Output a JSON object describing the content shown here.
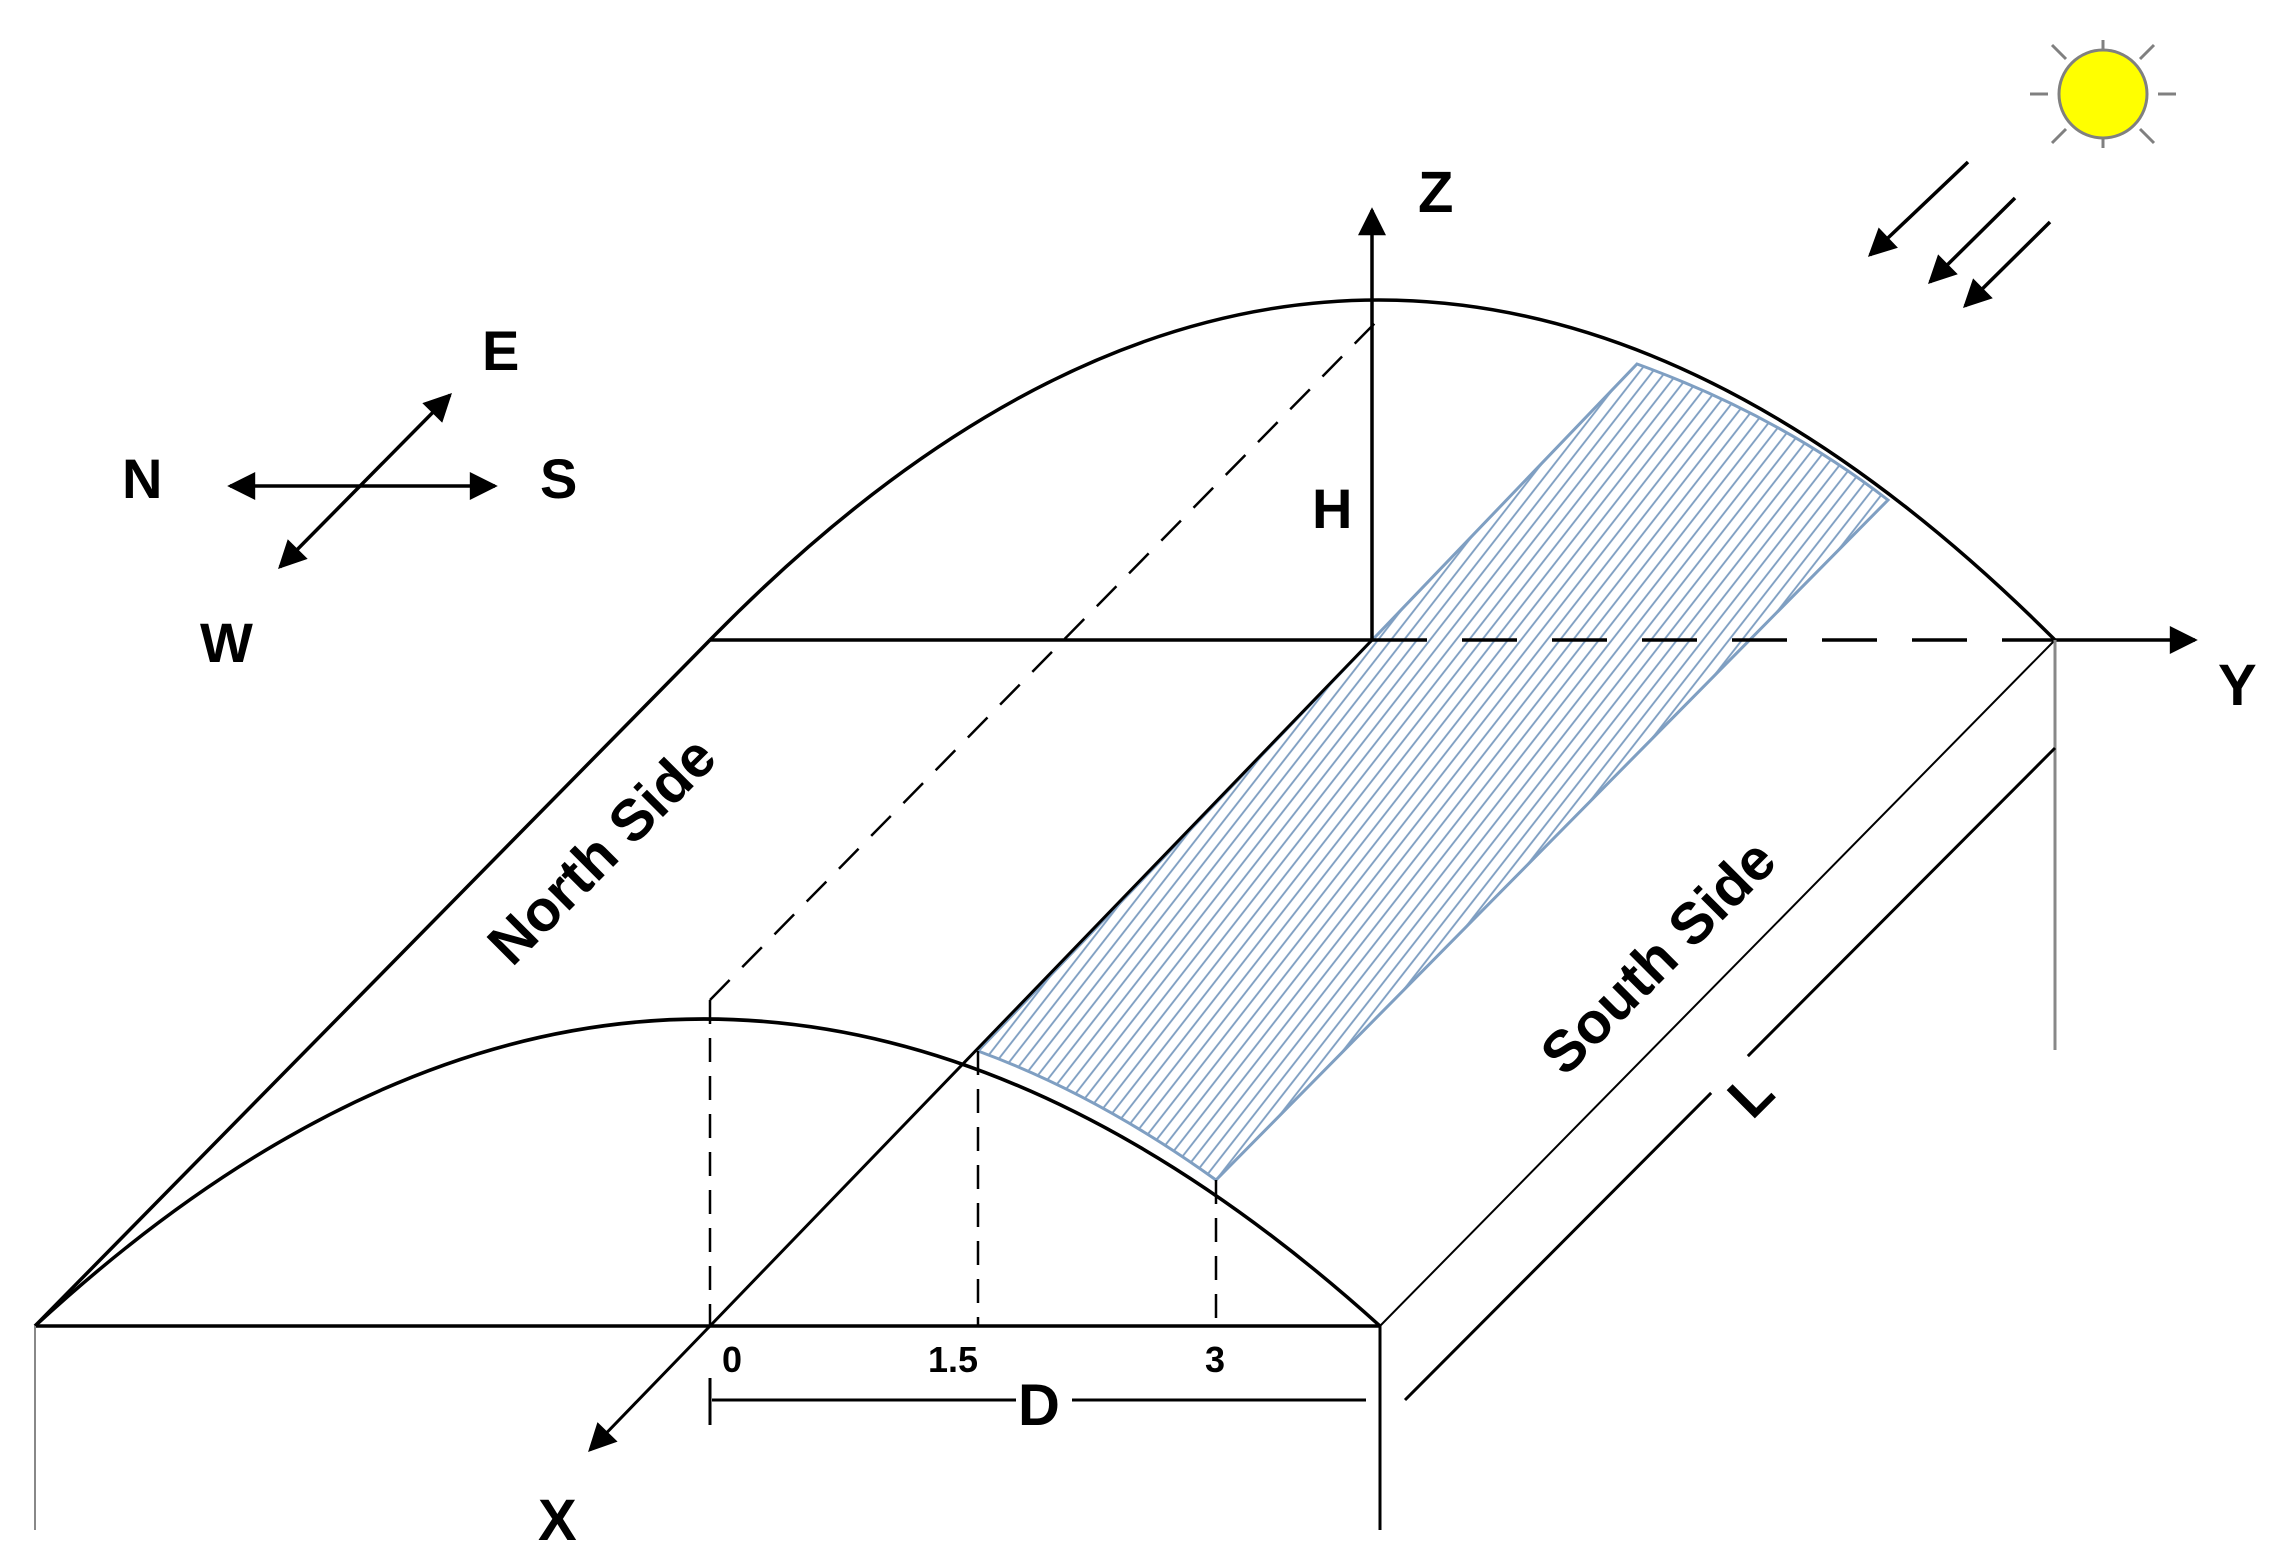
{
  "compass": {
    "north": "N",
    "south": "S",
    "east": "E",
    "west": "W"
  },
  "axes": {
    "x": "X",
    "y": "Y",
    "z": "Z"
  },
  "dimensions": {
    "height": "H",
    "width": "D",
    "length": "L"
  },
  "sides": {
    "north": "North Side",
    "south": "South Side"
  },
  "ticks": [
    "0",
    "1.5",
    "3"
  ],
  "colors": {
    "outline": "#000000",
    "hatch": "#7f9fc2",
    "sun_fill": "#ffff00",
    "sun_ray": "#808080"
  },
  "icons": {
    "sun": "sun-icon"
  }
}
